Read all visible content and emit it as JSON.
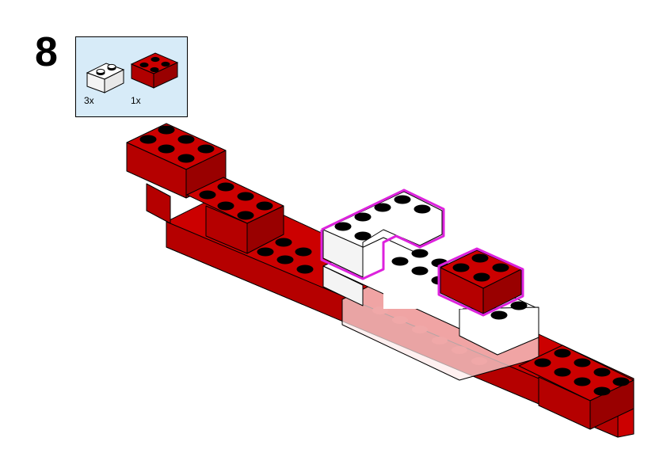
{
  "step": {
    "number": "8"
  },
  "parts": [
    {
      "name": "white-2x1-brick",
      "color": "#ffffff",
      "quantity": "3x"
    },
    {
      "name": "red-2x2-brick",
      "color": "#cc0000",
      "quantity": "1x"
    }
  ],
  "colors": {
    "brick_red": "#cc0000",
    "brick_white": "#ffffff",
    "highlight": "#dd22dd",
    "panel_bg": "#d7ebf8"
  }
}
